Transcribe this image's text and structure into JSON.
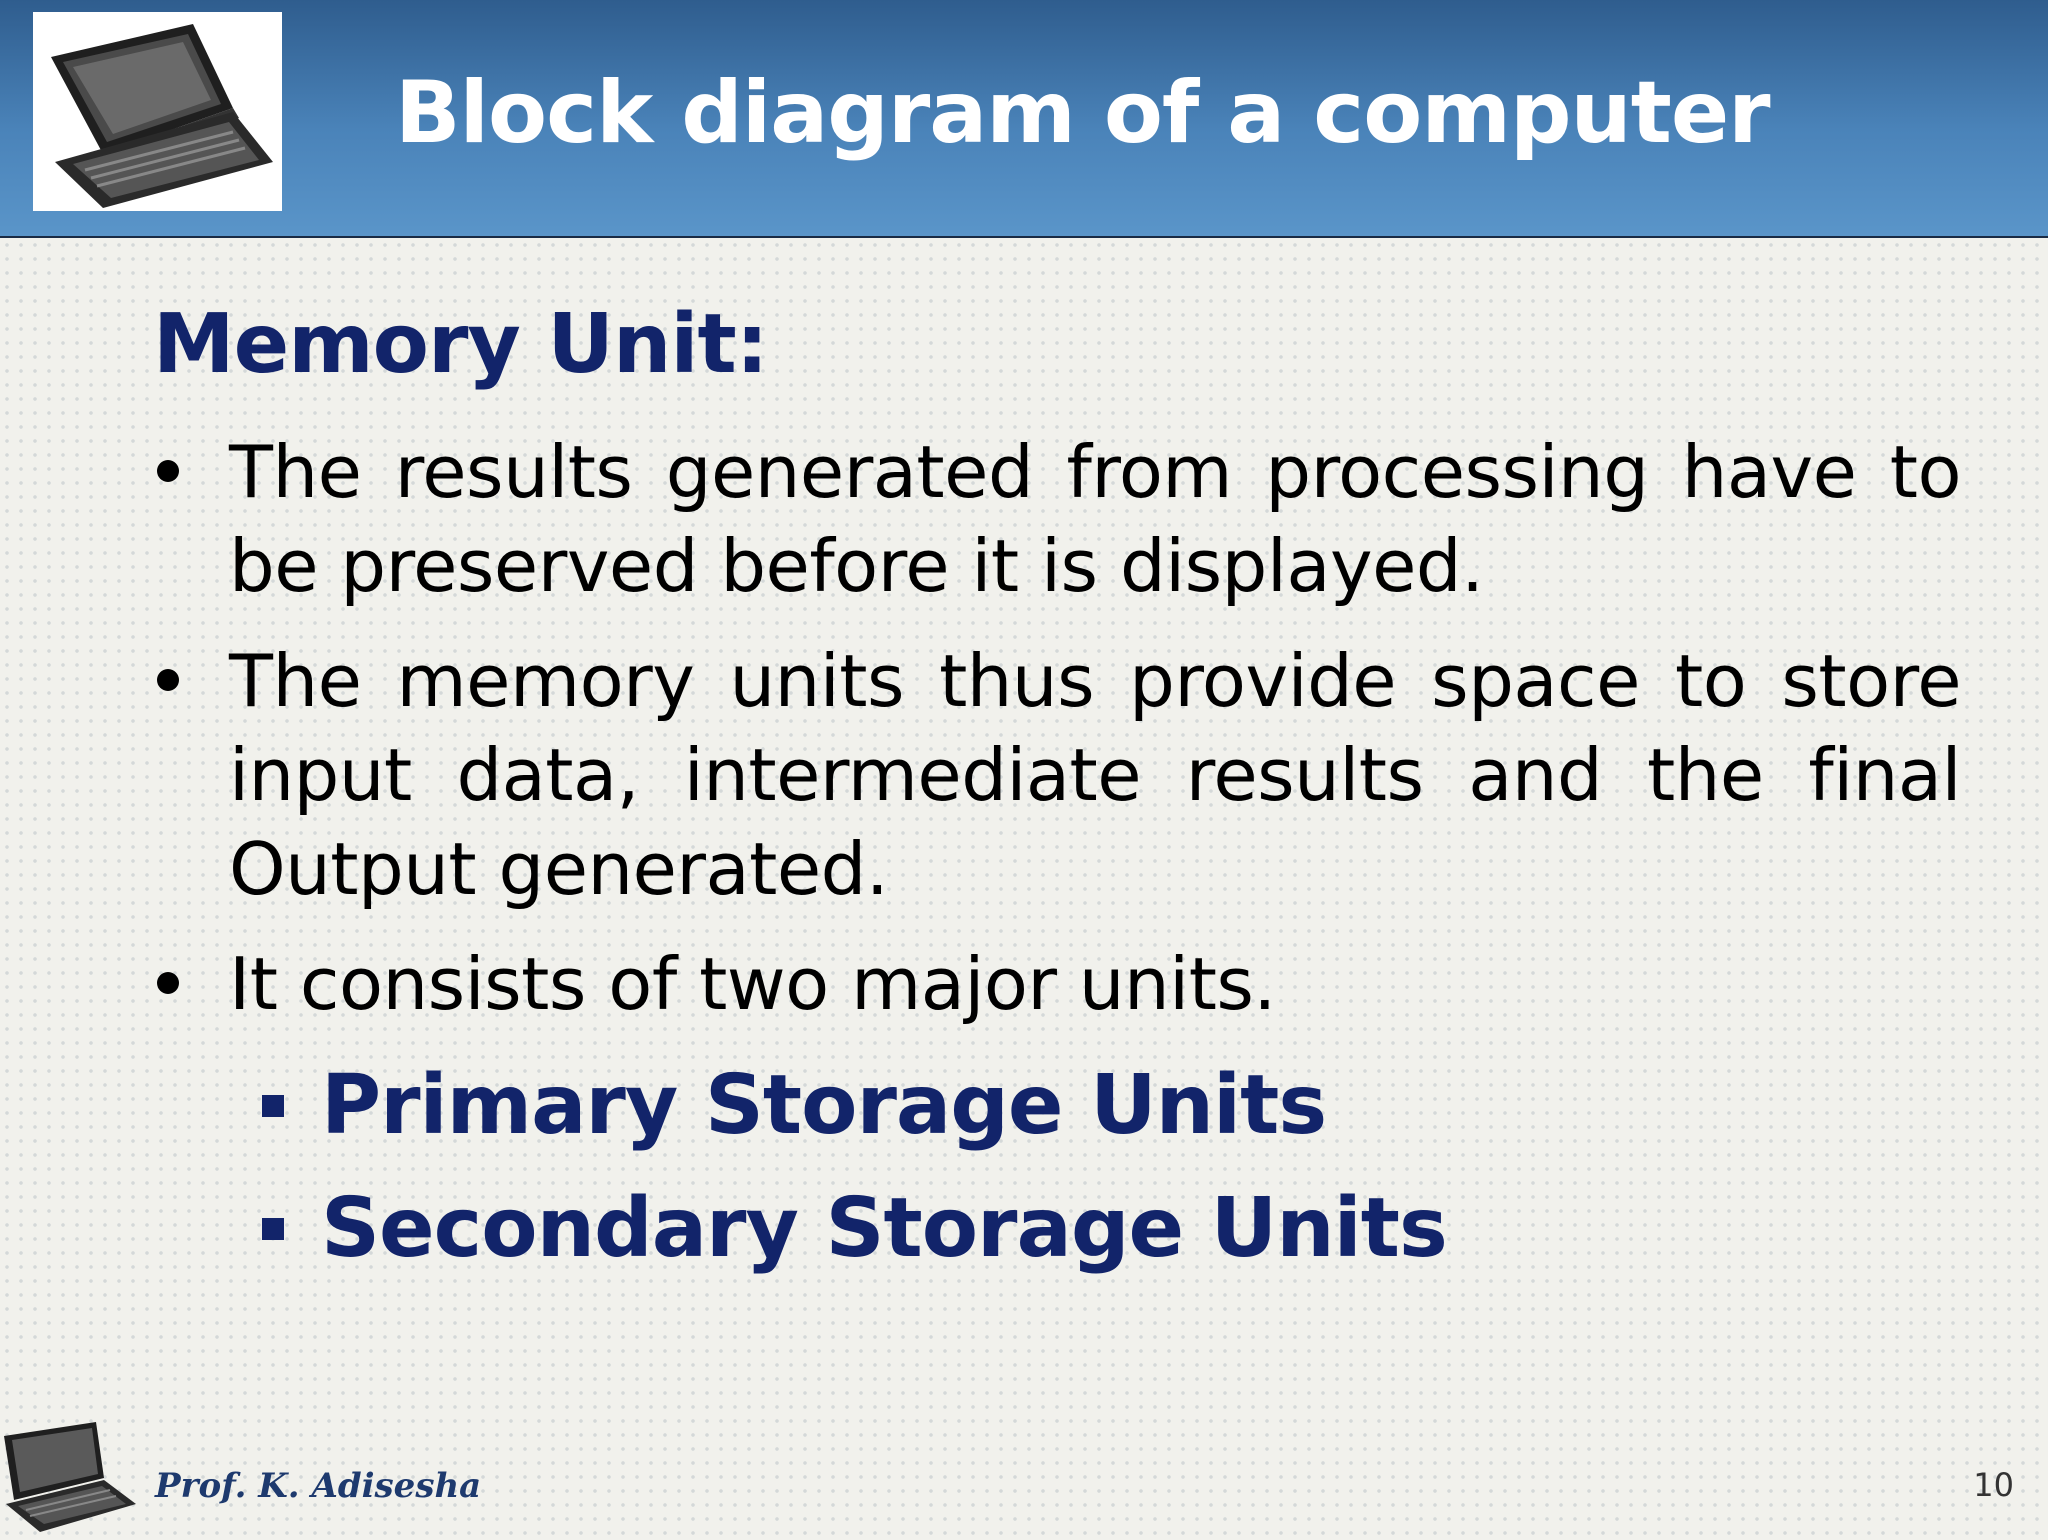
{
  "header": {
    "title": "Block diagram of a computer",
    "logo_icon": "laptop-icon"
  },
  "content": {
    "heading": "Memory Unit:",
    "bullets": [
      "The results generated from processing have to be preserved before it is displayed.",
      "The memory units thus provide space to store input data, intermediate results and the final Output generated.",
      "It consists of two major units."
    ],
    "sub_items": [
      "Primary Storage Units",
      "Secondary Storage Units"
    ]
  },
  "footer": {
    "author": "Prof. K. Adisesha",
    "page_number": "10",
    "logo_icon": "laptop-icon"
  },
  "colors": {
    "header_blue": "#4a83b9",
    "heading_navy": "#12246a"
  }
}
